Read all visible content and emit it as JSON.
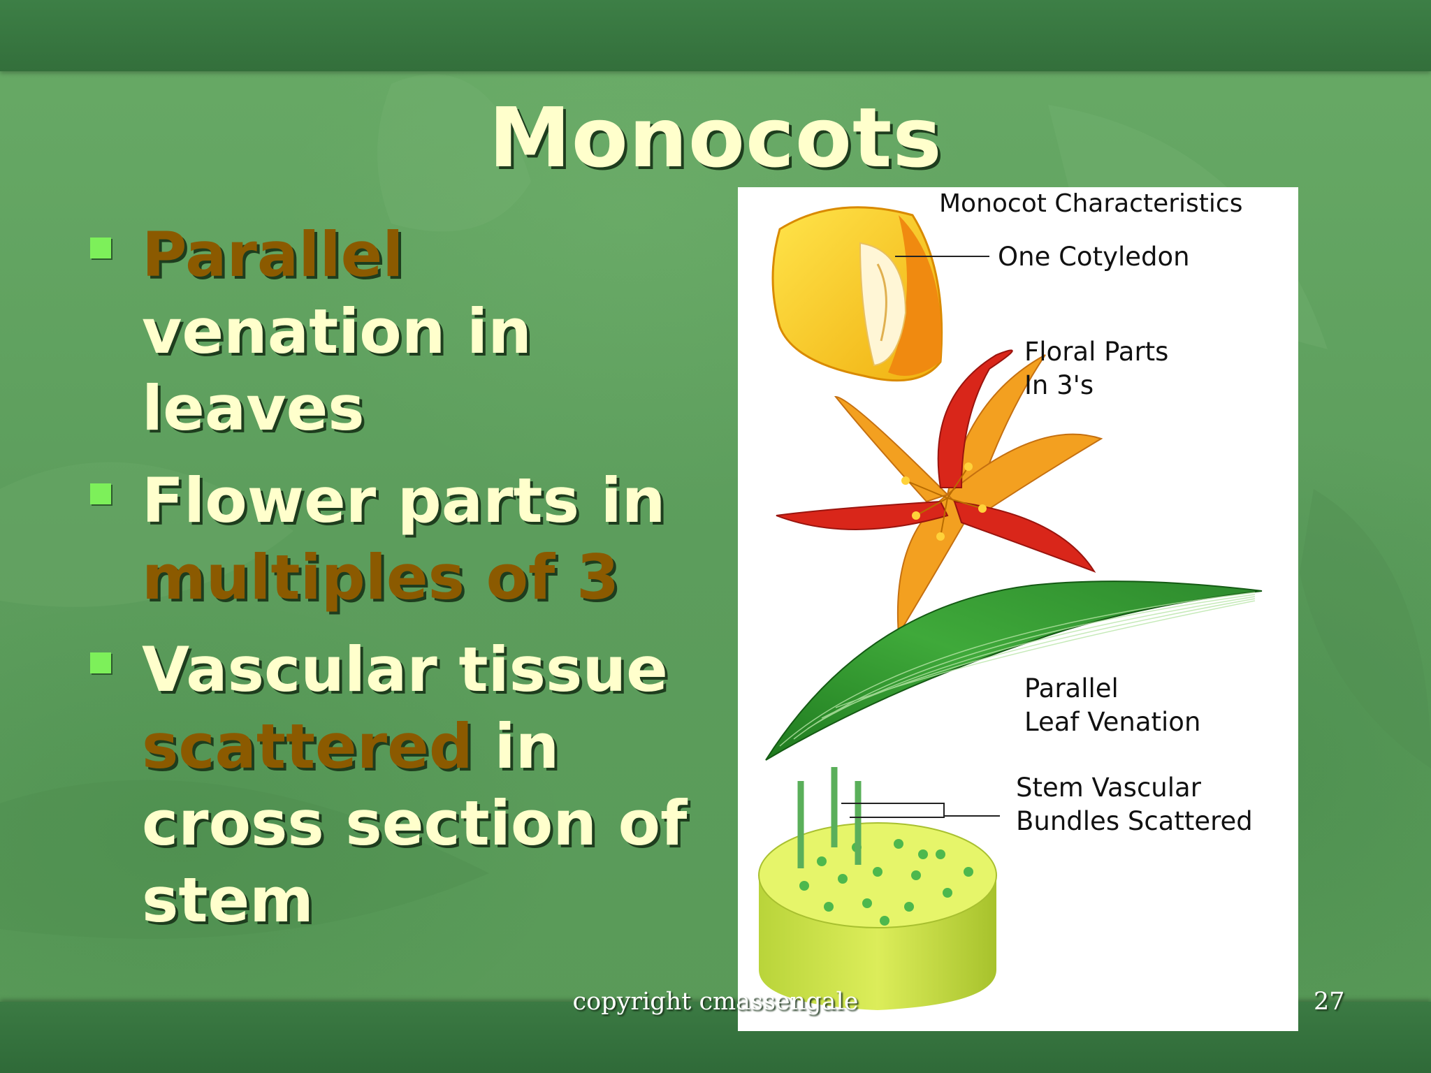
{
  "slide": {
    "title": "Monocots",
    "bullets": [
      {
        "highlight": "Parallel",
        "text": " venation in leaves"
      },
      {
        "text": "Flower parts in ",
        "highlight": "multiples of 3"
      },
      {
        "text": "Vascular tissue ",
        "highlight": "scattered",
        "text2": " in cross section of stem"
      }
    ],
    "footer": "copyright cmassengale",
    "page_number": "27"
  },
  "figure": {
    "heading": "Monocot Characteristics",
    "labels": {
      "cotyledon": "One Cotyledon",
      "floral_line1": "Floral Parts",
      "floral_line2": "In 3's",
      "leaf_line1": "Parallel",
      "leaf_line2": "Leaf Venation",
      "stem_line1": "Stem Vascular",
      "stem_line2": "Bundles Scattered"
    }
  },
  "colors": {
    "text": "#ffffcc",
    "highlight": "#8b5a00",
    "bullet_marker": "#7df05a",
    "band": "#336f3b"
  }
}
